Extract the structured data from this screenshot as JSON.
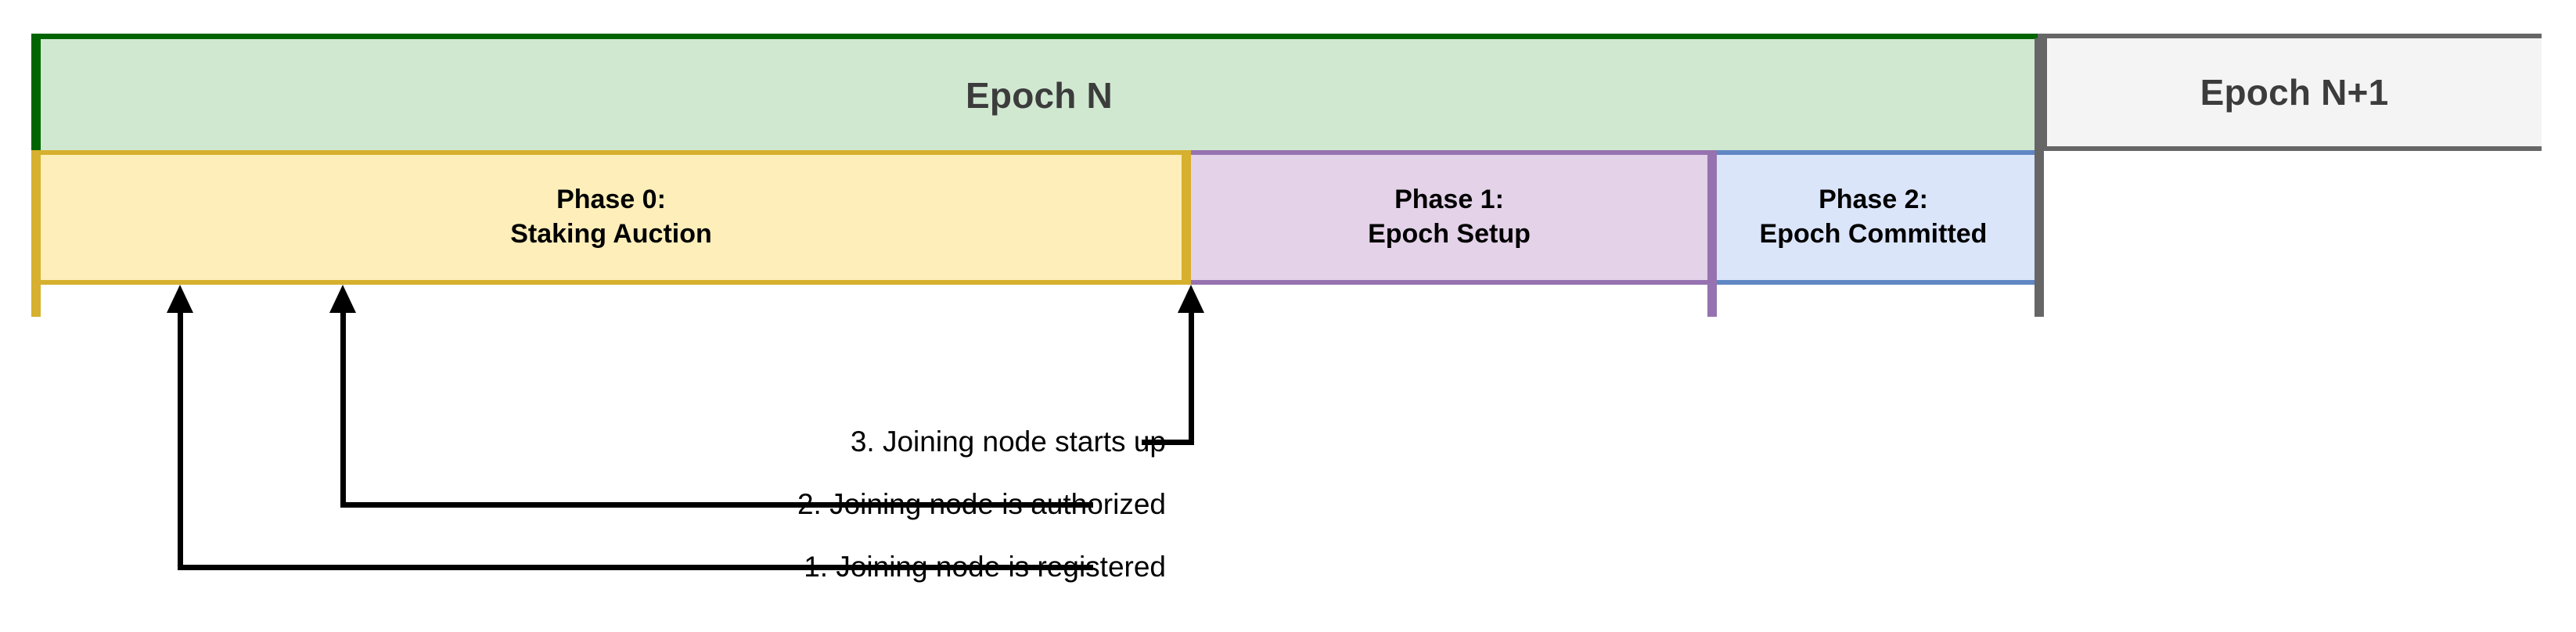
{
  "diagram": {
    "title": "Epoch phase timeline with joining-node milestones",
    "colors": {
      "epoch_n_fill": "#d0e8d0",
      "epoch_n_border": "#006400",
      "epoch_next_fill": "#f4f4f4",
      "epoch_next_border": "#666666",
      "phase0_fill": "#fdeeba",
      "phase0_border": "#d6b02e",
      "phase1_fill": "#e3d2e8",
      "phase1_border": "#9673b0",
      "phase2_fill": "#dae5fa",
      "phase2_border": "#6087c4",
      "text_dark": "#3c3c3c",
      "text_black": "#000000"
    },
    "epochs": [
      {
        "id": "epoch-n",
        "label": "Epoch N"
      },
      {
        "id": "epoch-n-plus-1",
        "label": "Epoch N+1"
      }
    ],
    "phases": [
      {
        "id": "phase-0",
        "title": "Phase 0:",
        "subtitle": "Staking Auction"
      },
      {
        "id": "phase-1",
        "title": "Phase 1:",
        "subtitle": "Epoch Setup"
      },
      {
        "id": "phase-2",
        "title": "Phase 2:",
        "subtitle": "Epoch Committed"
      }
    ],
    "callouts": [
      {
        "id": "callout-1",
        "number": "1.",
        "text": "1. Joining node is registered"
      },
      {
        "id": "callout-2",
        "number": "2.",
        "text": "2. Joining node is authorized"
      },
      {
        "id": "callout-3",
        "number": "3.",
        "text": "3. Joining node starts up"
      }
    ]
  }
}
